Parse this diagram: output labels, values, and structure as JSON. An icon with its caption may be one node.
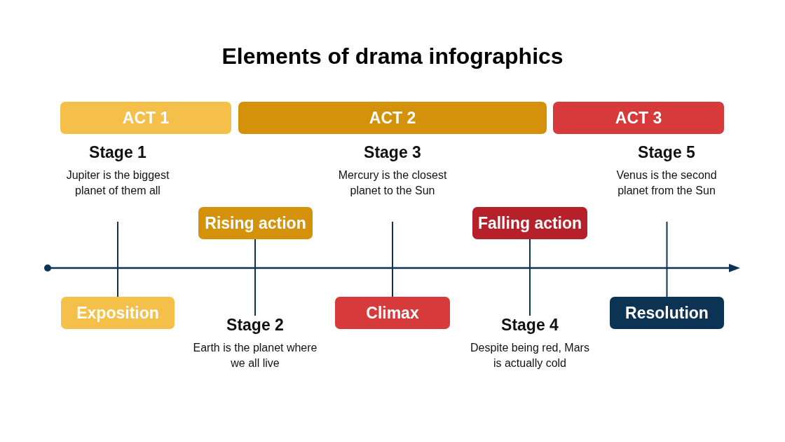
{
  "diagram": {
    "title": "Elements of drama infographics",
    "nodes": [
      {
        "text": [
          "ACT 1"
        ]
      },
      {
        "text": [
          "ACT 2"
        ]
      },
      {
        "text": [
          "ACT 3"
        ]
      },
      {
        "text": [
          "Stage 1",
          "Jupiter is the biggest planet of them all"
        ]
      },
      {
        "text": [
          "Rising action"
        ]
      },
      {
        "text": [
          "Stage 3",
          "Mercury is the closest planet to the Sun"
        ]
      },
      {
        "text": [
          "Falling action"
        ]
      },
      {
        "text": [
          "Stage 5",
          "Venus is the second planet from the Sun"
        ]
      },
      {
        "text": [
          "Exposition"
        ]
      },
      {
        "text": [
          "Stage 2",
          "Earth is the planet where we all live"
        ]
      },
      {
        "text": [
          "Climax"
        ]
      },
      {
        "text": [
          "Stage 4",
          "Despite being red, Mars is actually cold"
        ]
      },
      {
        "text": [
          "Resolution"
        ]
      }
    ],
    "edges": [
      {
        "from": 3,
        "to": 8,
        "arrow": "none"
      },
      {
        "from": 4,
        "to": 9,
        "arrow": "none"
      },
      {
        "from": 5,
        "to": 10,
        "arrow": "none"
      },
      {
        "from": 6,
        "to": 11,
        "arrow": "none"
      },
      {
        "from": 7,
        "to": 12,
        "arrow": "none"
      }
    ]
  }
}
